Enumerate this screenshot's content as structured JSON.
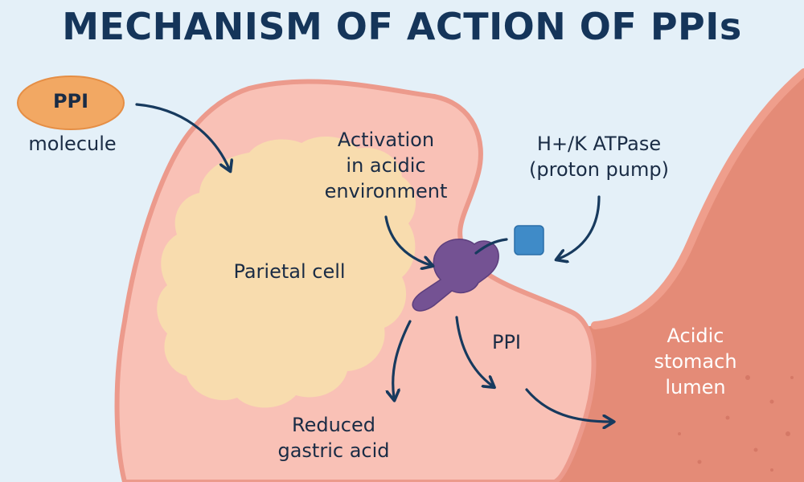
{
  "title": "MECHANISM OF ACTION OF PPIs",
  "labels": {
    "ppi_molecule_oval": "PPI",
    "molecule": "molecule",
    "activation": [
      "Activation",
      "in acidic",
      "environment"
    ],
    "proton_pump": [
      "H+/K ATPase",
      "(proton pump)"
    ],
    "parietal_cell": "Parietal cell",
    "ppi_bound": "PPI",
    "reduced_acid": [
      "Reduced",
      "gastric acid"
    ],
    "lumen": [
      "Acidic",
      "stomach",
      "lumen"
    ]
  },
  "colors": {
    "background": "#e4f0f8",
    "cell_fill": "#f9c1b6",
    "cell_border": "#ec9a8c",
    "cytoplasm": "#f8dcae",
    "lumen": "#e48b77",
    "ppi_oval": "#f2a863",
    "pump": "#745293",
    "square": "#3f8bc8",
    "arrow": "#173a5e",
    "title": "#15355a"
  },
  "icons": [
    "ppi-oval-icon",
    "proton-pump-icon",
    "ppi-square-icon"
  ]
}
